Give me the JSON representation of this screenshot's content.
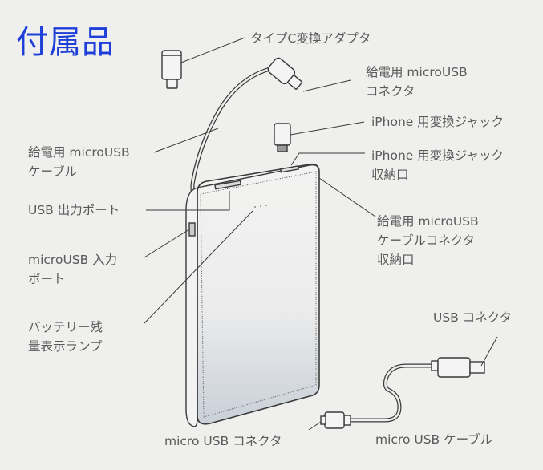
{
  "title": "付属品",
  "labels": {
    "type_c_adapter": [
      "タイプC変換アダプタ"
    ],
    "charging_micro_usb_connector": [
      "給電用 microUSB",
      "コネクタ"
    ],
    "iphone_jack": [
      "iPhone 用変換ジャック"
    ],
    "iphone_jack_slot": [
      "iPhone 用変換ジャック",
      "収納口"
    ],
    "charging_micro_usb_cable": [
      "給電用 microUSB",
      "ケーブル"
    ],
    "usb_output_port": [
      "USB 出力ポート"
    ],
    "cable_connector_slot": [
      "給電用 microUSB",
      "ケーブルコネクタ",
      "収納口"
    ],
    "micro_usb_input_port": [
      "microUSB 入力",
      "ポート"
    ],
    "battery_indicator": [
      "バッテリー残",
      "量表示ランプ"
    ],
    "usb_connector": [
      "USB コネクタ"
    ],
    "micro_usb_connector": [
      "micro USB コネクタ"
    ],
    "micro_usb_cable": [
      "micro USB ケーブル"
    ]
  },
  "colors": {
    "title": "#1e3fd8",
    "background": "#efefed",
    "line": "#3a3a3a",
    "text": "#5a5a5a"
  }
}
